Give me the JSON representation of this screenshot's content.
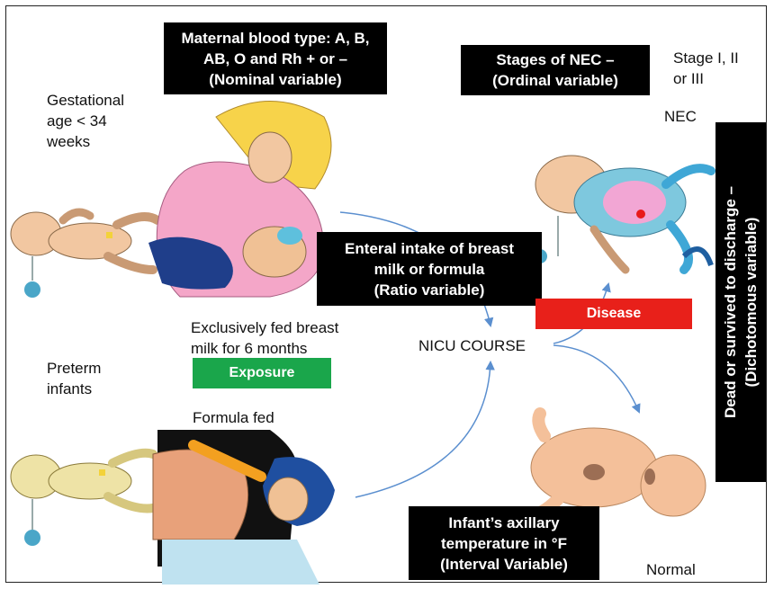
{
  "diagram": {
    "labels": {
      "maternal_blood": "Maternal blood type: A, B,\nAB, O and Rh + or –\n(Nominal variable)",
      "stages_nec": "Stages of NEC –\n(Ordinal variable)",
      "stage_values": "Stage I, II\nor III",
      "nec": "NEC",
      "gestational_age": "Gestational\nage < 34\nweeks",
      "enteral_intake": "Enteral intake of breast\nmilk or formula\n(Ratio variable)",
      "exclusively_fed": "Exclusively fed breast\nmilk for 6 months",
      "preterm": "Preterm\ninfants",
      "exposure": "Exposure",
      "nicu_course": "NICU COURSE",
      "disease": "Disease",
      "formula_fed": "Formula fed",
      "axillary_temp": "Infant’s axillary\ntemperature in °F\n(Interval Variable)",
      "normal": "Normal",
      "dead_or_survived": "Dead or survived to discharge –\n(Dichotomous variable)"
    },
    "colors": {
      "label_box": "#000000",
      "exposure_box": "#1aa64b",
      "disease_box": "#e8201a",
      "arrow": "#5b8fcf"
    },
    "illustration_icons": [
      "preterm-infant-icon",
      "breastfeeding-mother-icon",
      "bottle-feeding-icon",
      "sick-infant-nec-icon",
      "healthy-infant-icon"
    ]
  }
}
